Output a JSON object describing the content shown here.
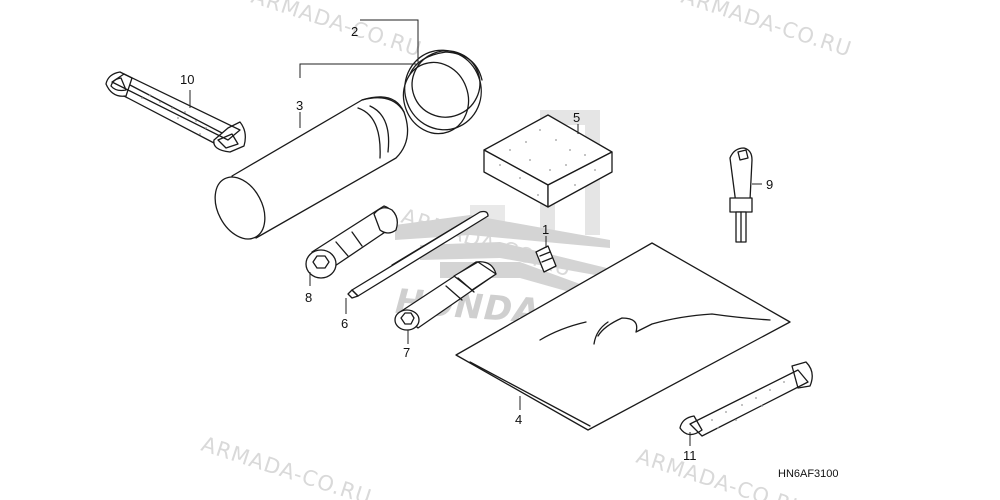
{
  "watermark": {
    "text": "ARMADA-CO.RU",
    "brand_logo": "HONDA",
    "color": "#d9d9d9"
  },
  "callouts": {
    "n1": "1",
    "n2": "2",
    "n3": "3",
    "n4": "4",
    "n5": "5",
    "n6": "6",
    "n7": "7",
    "n8": "8",
    "n9": "9",
    "n10": "10",
    "n11": "11"
  },
  "diagram_code": "HN6AF3100",
  "parts": [
    "strap-band",
    "tool-case-tube",
    "tool-case-cap",
    "pad",
    "screwdriver",
    "wrench",
    "spark-plug-wrench",
    "fuse-puller",
    "hex-key-handle",
    "tool-bag"
  ]
}
